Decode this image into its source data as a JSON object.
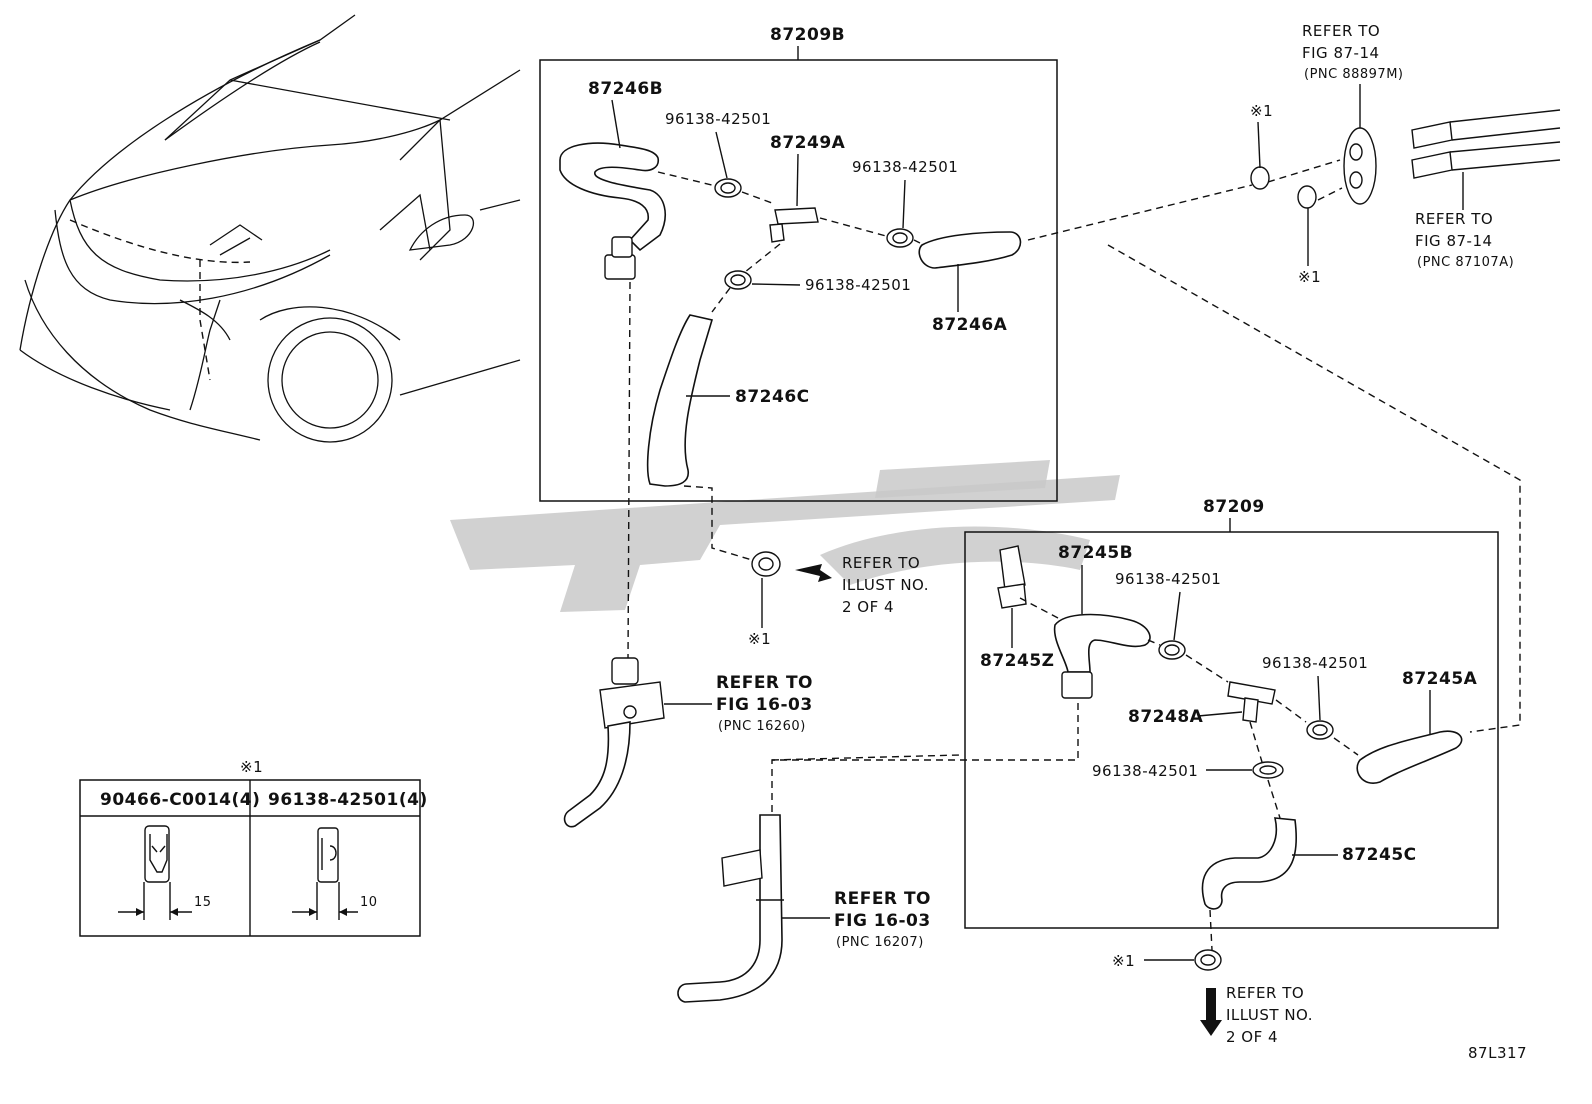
{
  "labels": {
    "assy_upper": "87209B",
    "assy_lower": "87209",
    "hose_246b": "87246B",
    "hose_246a": "87246A",
    "hose_246c": "87246C",
    "joint_249a": "87249A",
    "clamp_1": "96138-42501",
    "clamp_2": "96138-42501",
    "clamp_3": "96138-42501",
    "clamp_4": "96138-42501",
    "clamp_5": "96138-42501",
    "clamp_6": "96138-42501",
    "hose_245b": "87245B",
    "hose_245a": "87245A",
    "hose_245c": "87245C",
    "part_245z": "87245Z",
    "joint_248a": "87248A",
    "note_mark_1": "※1",
    "note_mark_2": "※1",
    "note_mark_3": "※1",
    "note_mark_4": "※1",
    "note_mark_5": "※1",
    "diagram_code": "87L317"
  },
  "refs": {
    "fig_87_14_top": [
      "REFER TO",
      "FIG 87-14",
      "(PNC 88897M)"
    ],
    "fig_87_14_side": [
      "REFER TO",
      "FIG 87-14",
      "(PNC 87107A)"
    ],
    "illust_2of4_a": [
      "REFER TO",
      "ILLUST NO.",
      "2 OF 4"
    ],
    "fig_16_03_a": [
      "REFER TO",
      "FIG 16-03",
      "(PNC 16260)"
    ],
    "fig_16_03_b": [
      "REFER TO",
      "FIG 16-03",
      "(PNC 16207)"
    ],
    "illust_2of4_b": [
      "REFER TO",
      "ILLUST NO.",
      "2 OF 4"
    ]
  },
  "legend": {
    "title": "※1",
    "col1_header": "90466-C0014(4)",
    "col2_header": "96138-42501(4)",
    "col1_dim": "15",
    "col2_dim": "10"
  }
}
